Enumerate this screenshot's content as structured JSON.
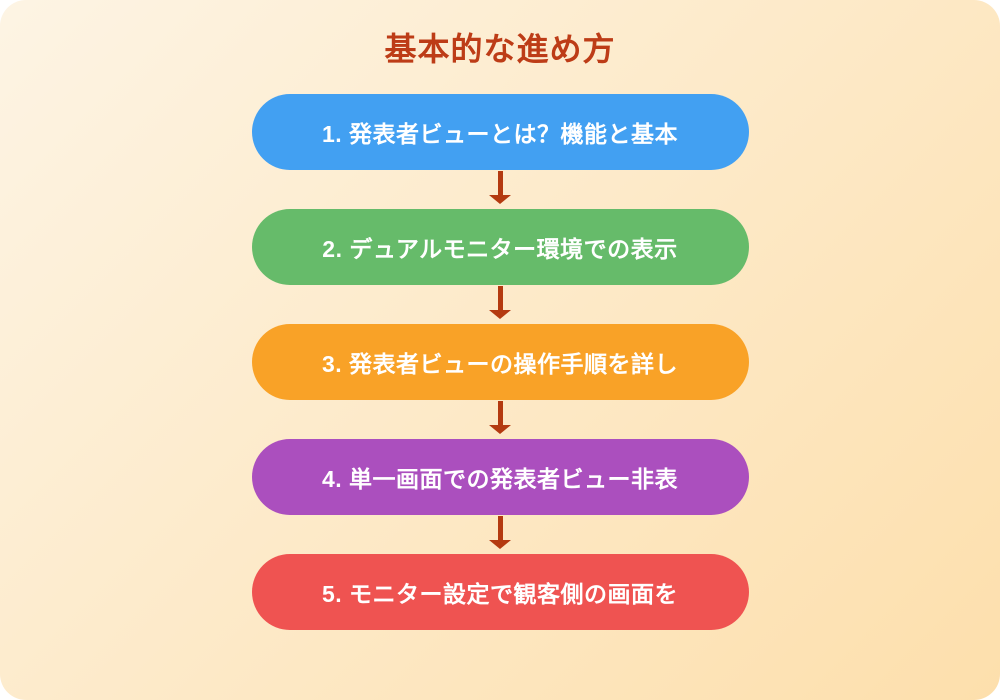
{
  "page": {
    "title": "基本的な進め方"
  },
  "colors": {
    "background_start": "#FDF4E4",
    "background_end": "#FDDFAC",
    "title": "#BD3C17",
    "arrow": "#B43A10",
    "step_text": "#FFFFFF"
  },
  "steps": [
    {
      "label": "1. 発表者ビューとは？機能と基本",
      "color": "#42A0F2"
    },
    {
      "label": "2. デュアルモニター環境での表示",
      "color": "#66BB6A"
    },
    {
      "label": "3. 発表者ビューの操作手順を詳し",
      "color": "#F9A227"
    },
    {
      "label": "4. 単一画面での発表者ビュー非表",
      "color": "#AB4FBE"
    },
    {
      "label": "5. モニター設定で観客側の画面を",
      "color": "#EF5351"
    }
  ]
}
